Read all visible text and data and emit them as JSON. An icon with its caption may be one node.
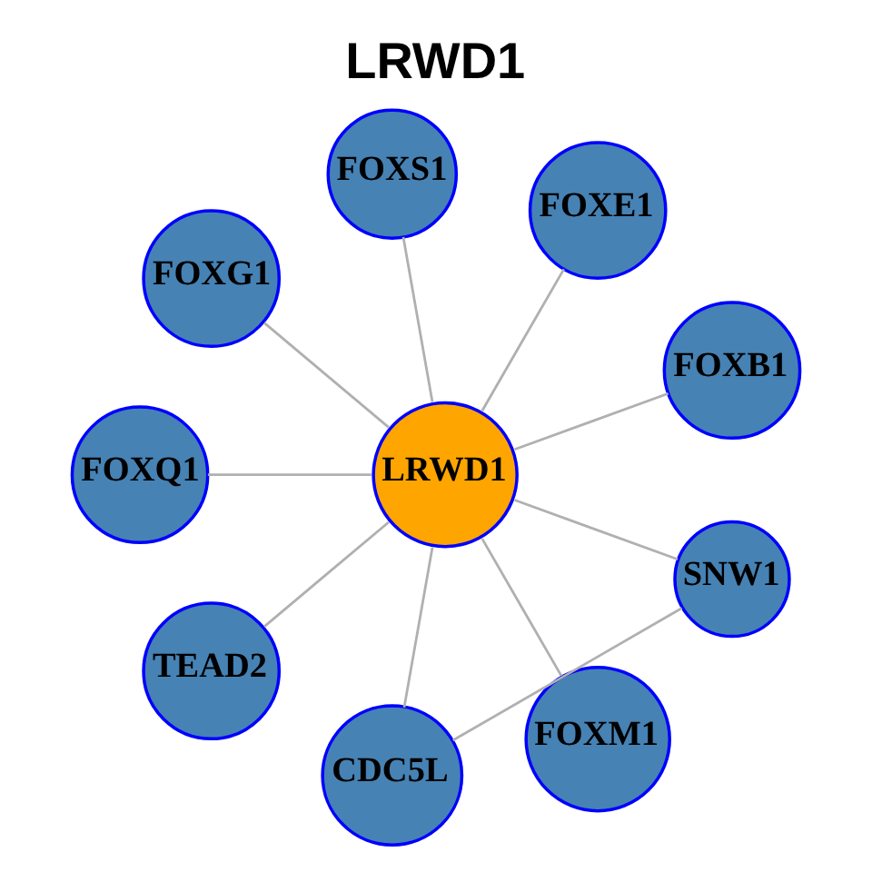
{
  "diagram": {
    "title": "LRWD1",
    "nodes": [
      {
        "text": [
          "FOXB1"
        ]
      },
      {
        "text": [
          "FOXE1"
        ]
      },
      {
        "text": [
          "FOXS1"
        ]
      },
      {
        "text": [
          "FOXG1"
        ]
      },
      {
        "text": [
          "LRWD1"
        ]
      },
      {
        "text": [
          "FOXQ1"
        ]
      },
      {
        "text": [
          "TEAD2"
        ]
      },
      {
        "text": [
          "CDC5L"
        ]
      },
      {
        "text": [
          "FOXM1"
        ]
      },
      {
        "text": [
          "SNW1"
        ]
      }
    ],
    "edges": [
      {
        "from": 4,
        "to": 0,
        "arrow": "none"
      },
      {
        "from": 4,
        "to": 1,
        "arrow": "none"
      },
      {
        "from": 4,
        "to": 2,
        "arrow": "none"
      },
      {
        "from": 4,
        "to": 3,
        "arrow": "none"
      },
      {
        "from": 4,
        "to": 5,
        "arrow": "none"
      },
      {
        "from": 4,
        "to": 6,
        "arrow": "none"
      },
      {
        "from": 4,
        "to": 7,
        "arrow": "none"
      },
      {
        "from": 4,
        "to": 8,
        "arrow": "none"
      },
      {
        "from": 4,
        "to": 9,
        "arrow": "none"
      },
      {
        "from": 7,
        "to": 9,
        "arrow": "none"
      }
    ]
  }
}
